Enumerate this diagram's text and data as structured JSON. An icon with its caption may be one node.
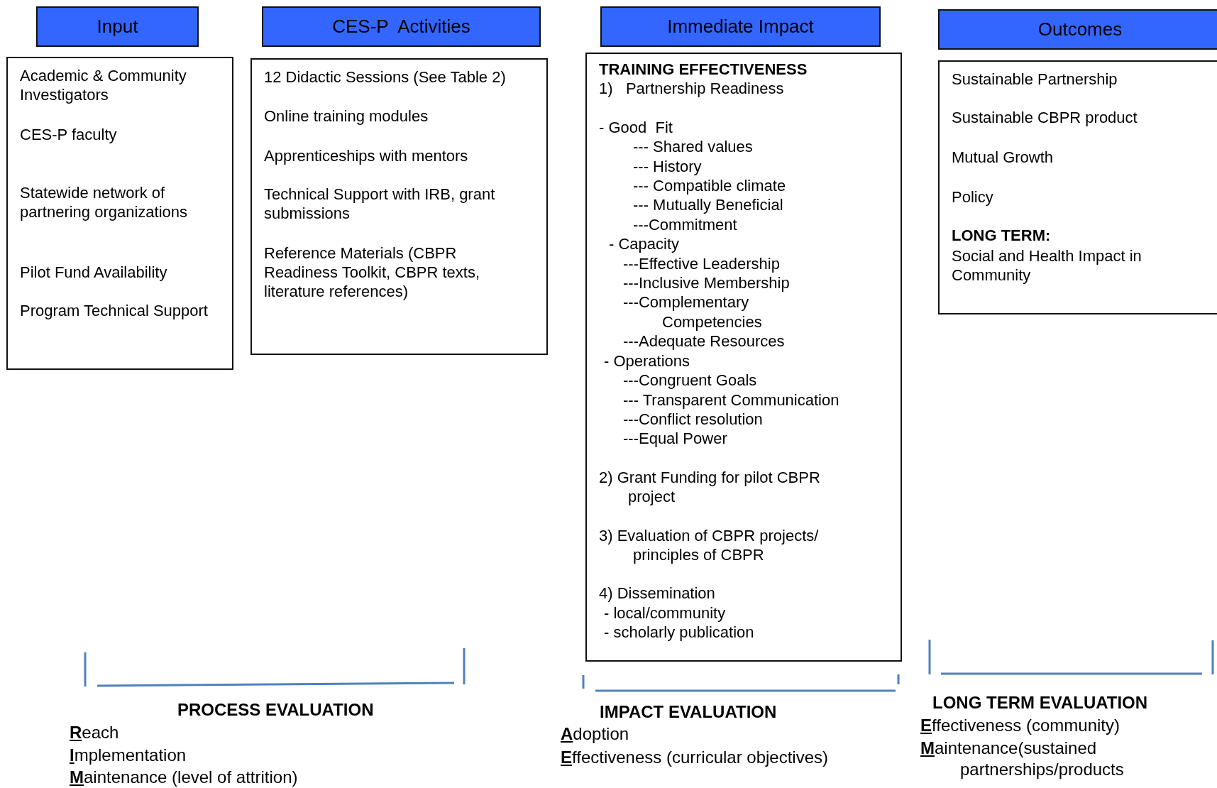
{
  "diagram": {
    "nodes": [
      {
        "text": [
          "Input"
        ]
      },
      {
        "text": [
          "Academic & Community Investigators",
          "CES-P faculty",
          "Statewide network of partnering organizations",
          "Pilot Fund Availability",
          "Program Technical Support"
        ]
      },
      {
        "text": [
          "CES-P  Activities"
        ]
      },
      {
        "text": [
          "12 Didactic Sessions (See Table 2)",
          "Online training modules",
          "Apprenticeships with mentors",
          "Technical Support with IRB, grant submissions",
          "Reference Materials (CBPR Readiness Toolkit, CBPR texts, literature references)"
        ]
      },
      {
        "text": [
          "Immediate Impact"
        ]
      },
      {
        "text": [
          "TRAINING EFFECTIVENESS",
          "1)   Partnership Readiness",
          "- Good  Fit",
          "--- Shared values",
          "--- History",
          "--- Compatible climate",
          "--- Mutually Beneficial",
          "---Commitment",
          "- Capacity",
          "---Effective Leadership",
          "---Inclusive Membership",
          "---Complementary Competencies",
          "---Adequate Resources",
          "- Operations",
          "---Congruent Goals",
          "--- Transparent Communication",
          "---Conflict resolution",
          "---Equal Power",
          "2) Grant Funding for pilot CBPR project",
          "3) Evaluation of CBPR projects/ principles of CBPR",
          "4) Dissemination",
          "- local/community",
          "- scholarly publication"
        ]
      },
      {
        "text": [
          "Outcomes"
        ]
      },
      {
        "text": [
          "Sustainable Partnership",
          "Sustainable CBPR product",
          "Mutual Growth",
          "Policy",
          "LONG TERM:",
          "Social and Health Impact in Community"
        ]
      }
    ],
    "labels": [
      "PROCESS EVALUATION",
      "**R**each",
      "**I**mplementation",
      "**M**aintenance (level of attrition)",
      "IMPACT EVALUATION",
      "**A**doption",
      "**E**ffectiveness (curricular objectives)",
      "LONG TERM EVALUATION",
      "**E**ffectiveness (community)",
      "**M**aintenance(sustained partnerships/products"
    ]
  }
}
